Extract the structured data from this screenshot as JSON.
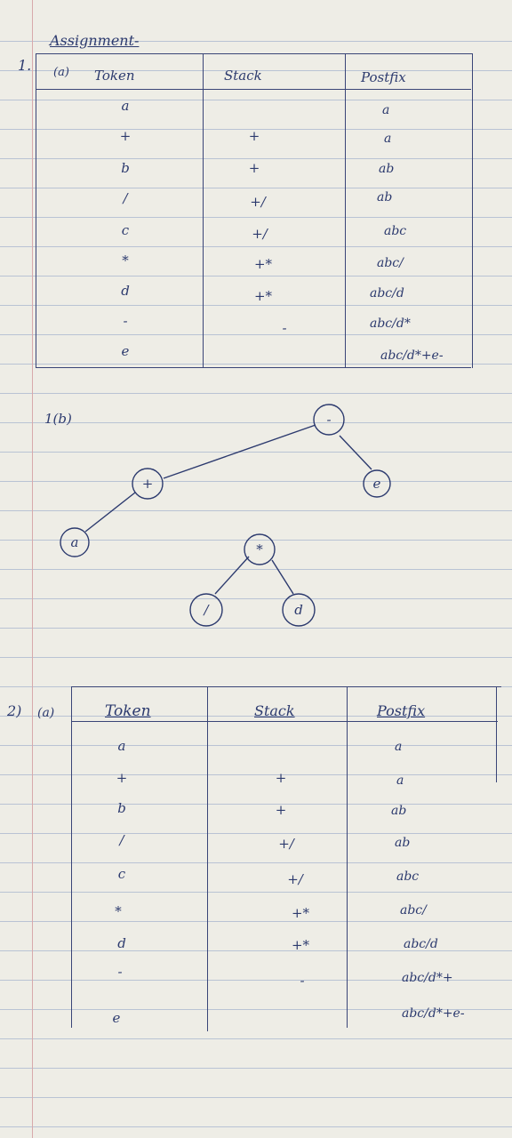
{
  "assignment_heading": "Assignment-",
  "q1_number": "1.",
  "q1a_label": "(a)",
  "q1b_label": "1(b)",
  "q2_number": "2)",
  "q2_label": "(a)",
  "table1": {
    "headers": [
      "Token",
      "Stack",
      "Postfix"
    ],
    "rows": [
      {
        "token": "a",
        "stack": "",
        "postfix": "a"
      },
      {
        "token": "+",
        "stack": "+",
        "postfix": "a"
      },
      {
        "token": "b",
        "stack": "+",
        "postfix": "ab"
      },
      {
        "token": "/",
        "stack": "+/",
        "postfix": "ab"
      },
      {
        "token": "c",
        "stack": "+/",
        "postfix": "abc"
      },
      {
        "token": "*",
        "stack": "+*",
        "postfix": "abc/"
      },
      {
        "token": "d",
        "stack": "+*",
        "postfix": "abc/d"
      },
      {
        "token": "-",
        "stack": "-",
        "postfix": "abc/d*"
      },
      {
        "token": "e",
        "stack": "",
        "postfix": "abc/d*+e-"
      }
    ]
  },
  "tree": {
    "nodes": [
      "-",
      "+",
      "e",
      "a",
      "*",
      "/",
      "d"
    ]
  },
  "table2": {
    "headers": [
      "Token",
      "Stack",
      "Postfix"
    ],
    "rows": [
      {
        "token": "a",
        "stack": "",
        "postfix": "a"
      },
      {
        "token": "+",
        "stack": "+",
        "postfix": "a"
      },
      {
        "token": "b",
        "stack": "+",
        "postfix": "ab"
      },
      {
        "token": "/",
        "stack": "+/",
        "postfix": "ab"
      },
      {
        "token": "c",
        "stack": "+/",
        "postfix": "abc"
      },
      {
        "token": "*",
        "stack": "+*",
        "postfix": "abc/"
      },
      {
        "token": "d",
        "stack": "+*",
        "postfix": "abc/d"
      },
      {
        "token": "-",
        "stack": "-",
        "postfix": "abc/d*+"
      },
      {
        "token": "e",
        "stack": "",
        "postfix": "abc/d*+e-"
      }
    ]
  }
}
